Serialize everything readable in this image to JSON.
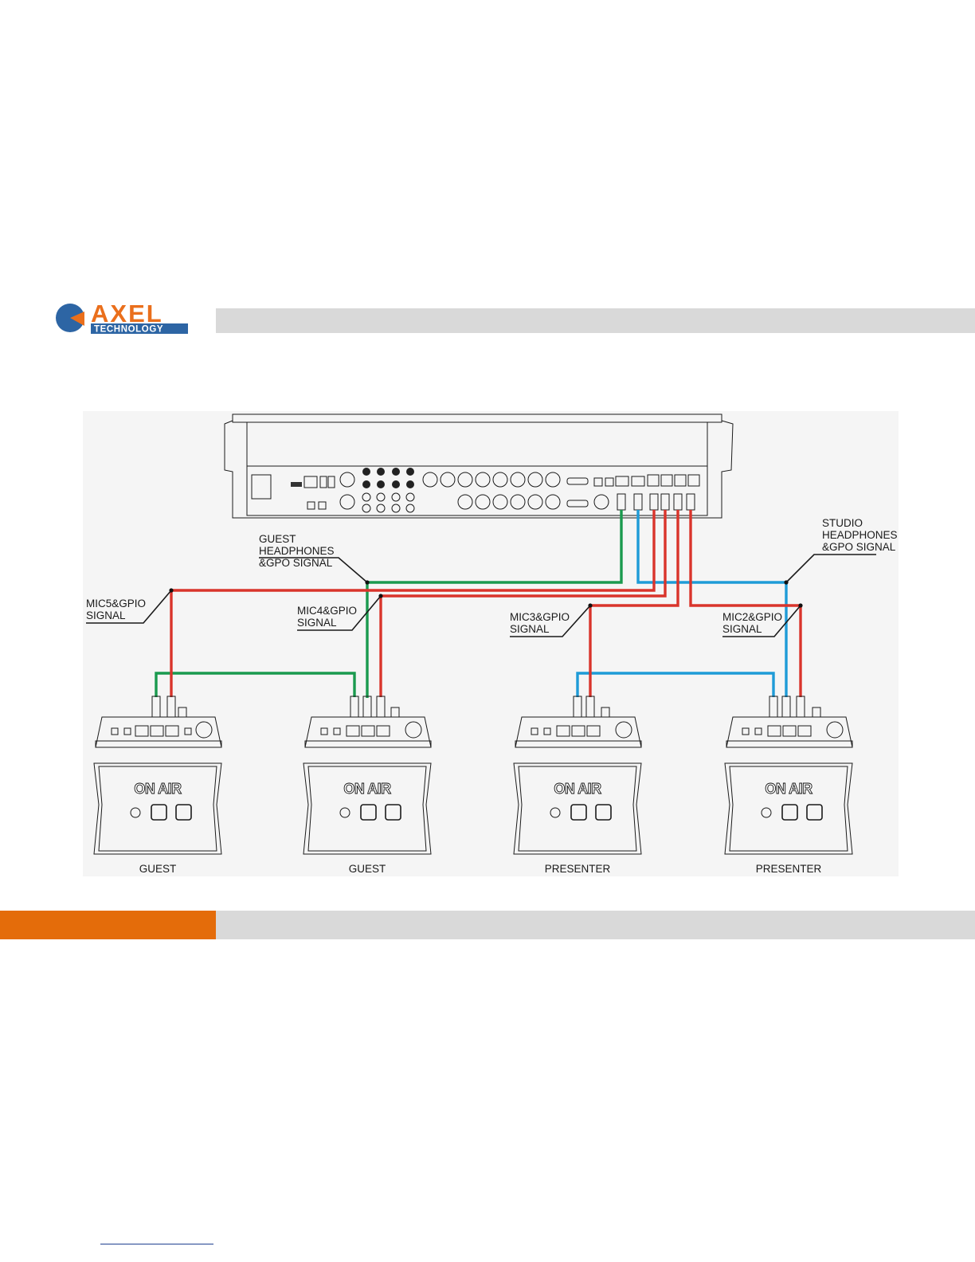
{
  "brand": {
    "name": "AXEL",
    "subtitle": "TECHNOLOGY",
    "colors": {
      "orange": "#ea6f1c",
      "blue": "#2d65a4"
    }
  },
  "diagram": {
    "callouts": {
      "guest_headphones": [
        "GUEST",
        "HEADPHONES",
        "&GPO SIGNAL"
      ],
      "studio_headphones": [
        "STUDIO",
        "HEADPHONES",
        "&GPO SIGNAL"
      ],
      "mic5": [
        "MIC5&GPIO",
        "SIGNAL"
      ],
      "mic4": [
        "MIC4&GPIO",
        "SIGNAL"
      ],
      "mic3": [
        "MIC3&GPIO",
        "SIGNAL"
      ],
      "mic2": [
        "MIC2&GPIO",
        "SIGNAL"
      ]
    },
    "panel_text": "ON AIR",
    "units": [
      {
        "label": "GUEST"
      },
      {
        "label": "GUEST"
      },
      {
        "label": "PRESENTER"
      },
      {
        "label": "PRESENTER"
      }
    ],
    "cable_colors": {
      "mic": "#d9342b",
      "guest_headphones": "#1a9a4e",
      "studio_headphones": "#1e9bd7"
    }
  },
  "page": {
    "header_bar_color": "#d9d9d9",
    "footer_accent_color": "#e46c0a"
  }
}
